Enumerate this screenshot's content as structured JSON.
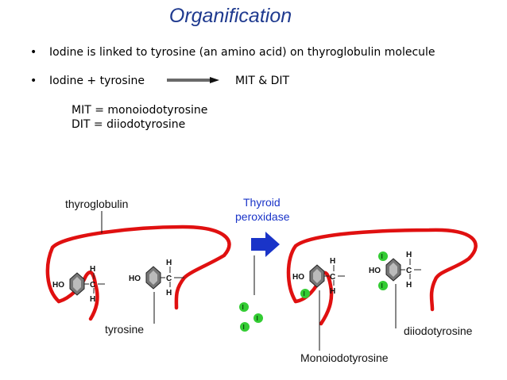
{
  "title": "Organification",
  "bullets": [
    {
      "symbol": "•",
      "text": "Iodine is linked to tyrosine (an amino acid) on thyroglobulin molecule"
    },
    {
      "symbol": "•",
      "text": "Iodine  +  tyrosine",
      "result": "MIT  &  DIT"
    }
  ],
  "definitions": [
    "MIT  =  monoiodotyrosine",
    "DIT  =  diiodotyrosine"
  ],
  "diagram": {
    "labels": {
      "thyroglobulin": "thyroglobulin",
      "tyrosine": "tyrosine",
      "enzyme_line1": "Thyroid",
      "enzyme_line2": "peroxidase",
      "monoiodotyrosine": "Monoiodotyrosine",
      "diiodotyrosine": "diiodotyrosine"
    },
    "molecule_text": {
      "ho": "HO",
      "c": "C",
      "h": "H",
      "iodine": "I"
    },
    "colors": {
      "protein_chain": "#e01010",
      "iodine": "#33cc33",
      "enzyme": "#1a34c8",
      "title": "#1f3a8f"
    }
  }
}
